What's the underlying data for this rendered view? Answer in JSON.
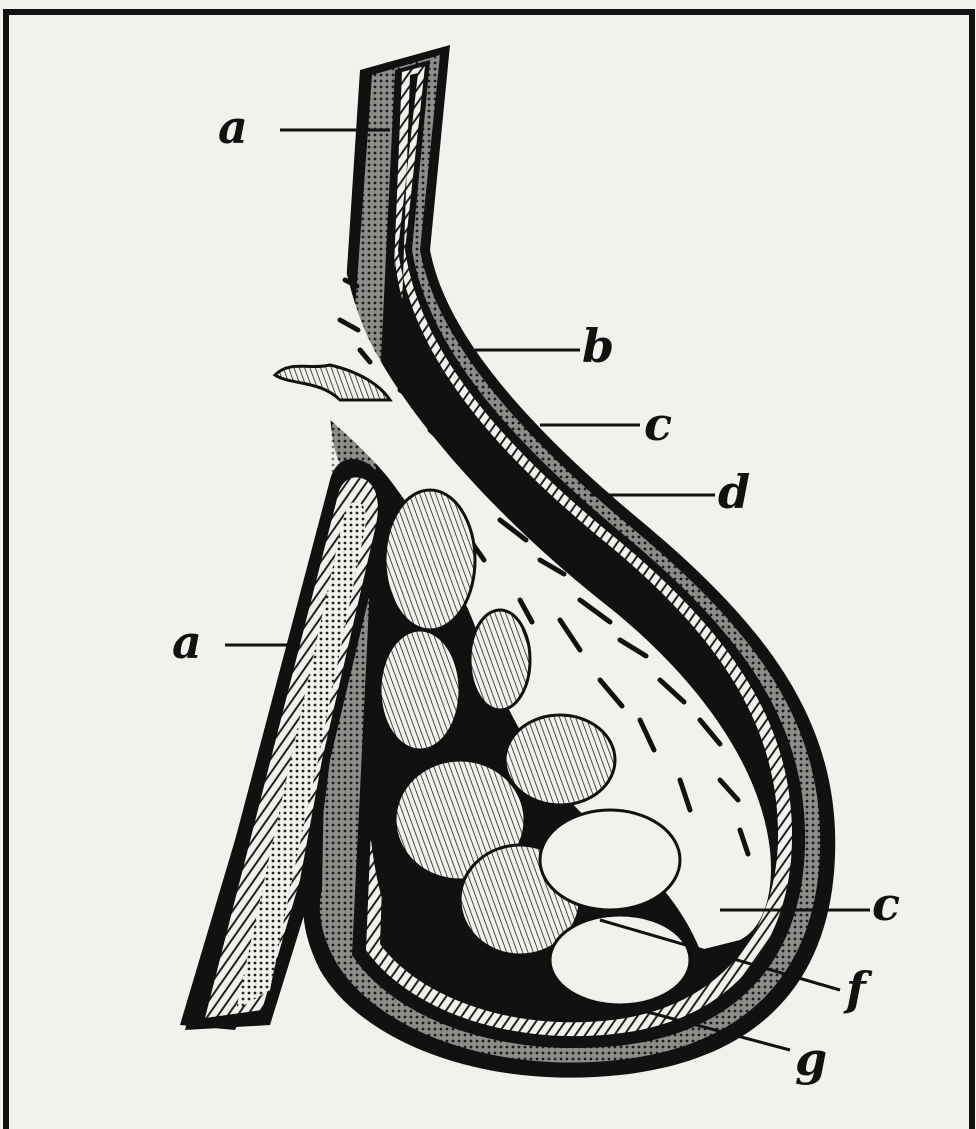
{
  "figure": {
    "labels": {
      "a_top": "a",
      "b": "b",
      "c_top": "c",
      "d": "d",
      "a_left": "a",
      "c_bottom": "c",
      "f": "f",
      "g": "g"
    },
    "colors": {
      "paper": "#f3f1ec",
      "ink": "#111111",
      "hatch": "#3a3a3a"
    }
  }
}
